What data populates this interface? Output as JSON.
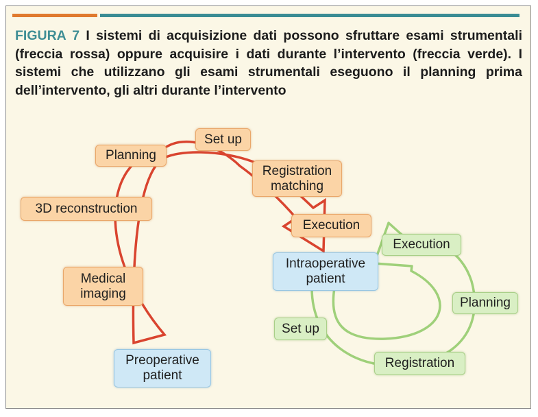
{
  "caption": {
    "label": "FIGURA 7",
    "text": "I sistemi di acquisizione dati possono sfruttare esami strumentali (freccia rossa) oppure acquisire i dati durante l’intervento (freccia verde). I sistemi che utilizzano gli esami strumentali eseguono il planning prima dell’intervento, gli altri durante l’intervento"
  },
  "colors": {
    "red_arrow": "#d9442f",
    "green_arrow": "#9fd07a",
    "orange_box": "#fbd4a6",
    "green_box": "#d9efc4",
    "blue_box": "#cfe8f6",
    "accent_teal": "#3a8c94",
    "accent_orange": "#e07a2f"
  },
  "diagram": {
    "preoperative_flow": {
      "start": "Preoperative patient",
      "steps": [
        "Medical imaging",
        "3D reconstruction",
        "Planning",
        "Set up",
        "Registration matching",
        "Execution"
      ],
      "end": "Intraoperative patient"
    },
    "intraoperative_flow": {
      "start": "Intraoperative patient",
      "steps": [
        "Set up",
        "Registration",
        "Planning",
        "Execution"
      ]
    }
  },
  "nodes": {
    "planning": "Planning",
    "setup_top": "Set up",
    "registration_matching": "Registration matching",
    "reconstruction_3d": "3D reconstruction",
    "execution_red": "Execution",
    "medical_imaging": "Medical imaging",
    "preoperative_patient": "Preoperative patient",
    "intraoperative_patient": "Intraoperative patient",
    "execution_green": "Execution",
    "planning_green": "Planning",
    "setup_green": "Set up",
    "registration_green": "Registration"
  }
}
